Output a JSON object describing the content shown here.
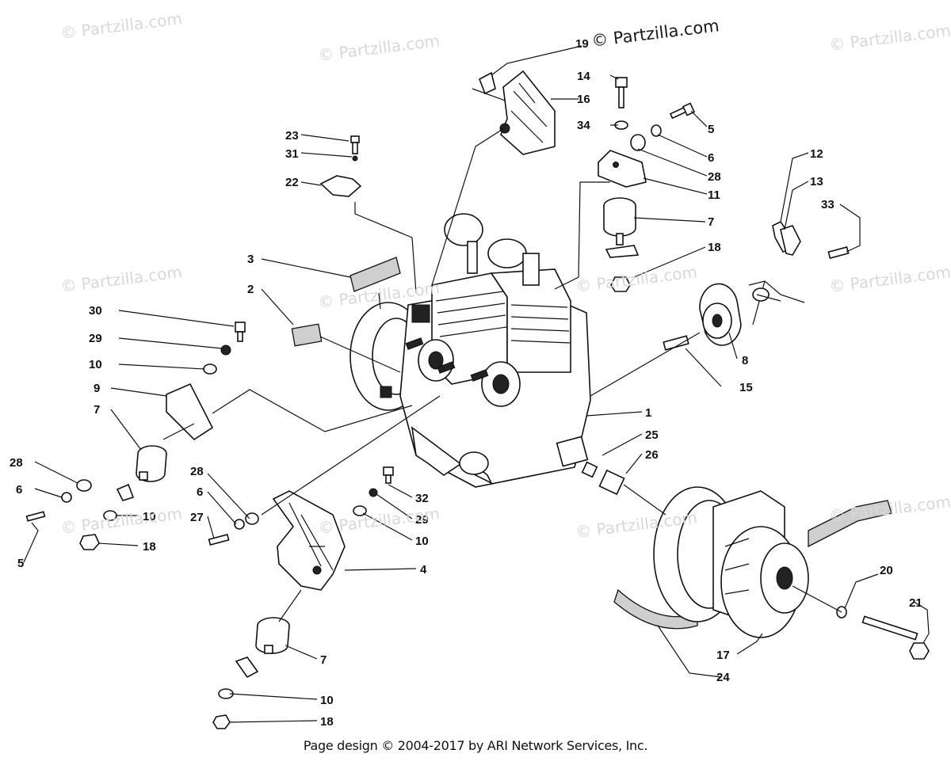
{
  "watermark": {
    "text": "© Partzilla.com",
    "primary_text": "© Partzilla.com"
  },
  "footer": {
    "text": "Page design © 2004-2017 by ARI Network Services, Inc."
  },
  "callouts": [
    {
      "label": "19"
    },
    {
      "label": "16"
    },
    {
      "label": "14"
    },
    {
      "label": "34"
    },
    {
      "label": "5"
    },
    {
      "label": "6"
    },
    {
      "label": "28"
    },
    {
      "label": "11"
    },
    {
      "label": "7"
    },
    {
      "label": "18"
    },
    {
      "label": "23"
    },
    {
      "label": "31"
    },
    {
      "label": "22"
    },
    {
      "label": "12"
    },
    {
      "label": "13"
    },
    {
      "label": "33"
    },
    {
      "label": "3"
    },
    {
      "label": "2"
    },
    {
      "label": "30"
    },
    {
      "label": "29"
    },
    {
      "label": "10"
    },
    {
      "label": "9"
    },
    {
      "label": "7"
    },
    {
      "label": "8"
    },
    {
      "label": "15"
    },
    {
      "label": "1"
    },
    {
      "label": "25"
    },
    {
      "label": "26"
    },
    {
      "label": "28"
    },
    {
      "label": "6"
    },
    {
      "label": "5"
    },
    {
      "label": "10"
    },
    {
      "label": "18"
    },
    {
      "label": "28"
    },
    {
      "label": "6"
    },
    {
      "label": "27"
    },
    {
      "label": "32"
    },
    {
      "label": "29"
    },
    {
      "label": "10"
    },
    {
      "label": "4"
    },
    {
      "label": "7"
    },
    {
      "label": "10"
    },
    {
      "label": "18"
    },
    {
      "label": "20"
    },
    {
      "label": "21"
    },
    {
      "label": "17"
    },
    {
      "label": "24"
    }
  ]
}
